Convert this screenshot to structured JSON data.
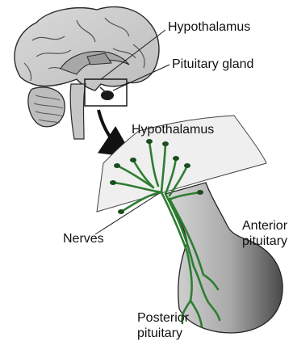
{
  "labels": {
    "hypothalamus_top": "Hypothalamus",
    "pituitary_gland": "Pituitary gland",
    "hypothalamus_detail": "Hypothalamus",
    "nerves": "Nerves",
    "anterior_line1": "Anterior",
    "anterior_line2": "pituitary",
    "posterior_line1": "Posterior",
    "posterior_line2": "pituitary"
  },
  "colors": {
    "brain_fill": "#cfcfcf",
    "brain_outline": "#2a2a2a",
    "nerve_green": "#2e7d32",
    "terminal": "#1b4d1e",
    "pituitary_dark": "#444444",
    "pituitary_light": "#d6d6d6",
    "hypothalamus_panel": "#efefef"
  }
}
